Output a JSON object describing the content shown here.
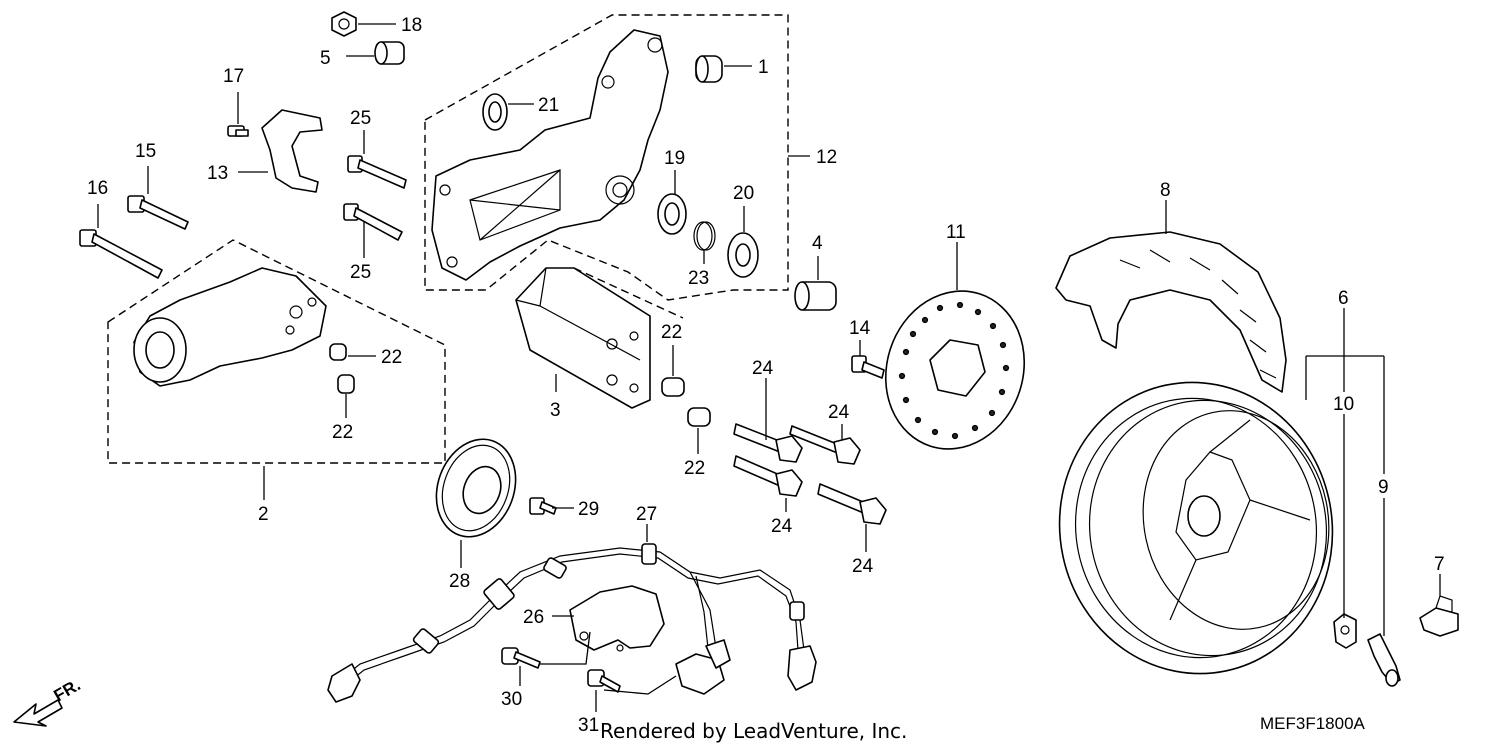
{
  "diagram": {
    "callouts": [
      "1",
      "2",
      "3",
      "4",
      "5",
      "6",
      "7",
      "8",
      "9",
      "10",
      "11",
      "12",
      "13",
      "14",
      "15",
      "16",
      "17",
      "18",
      "19",
      "20",
      "21",
      "22",
      "23",
      "24",
      "25",
      "26",
      "27",
      "28",
      "29",
      "30",
      "31"
    ],
    "labels": {
      "n1": "1",
      "n2": "2",
      "n3": "3",
      "n4": "4",
      "n5": "5",
      "n6": "6",
      "n7": "7",
      "n8": "8",
      "n9": "9",
      "n10": "10",
      "n11": "11",
      "n12": "12",
      "n13": "13",
      "n14": "14",
      "n15": "15",
      "n16": "16",
      "n17": "17",
      "n18": "18",
      "n19": "19",
      "n20": "20",
      "n21": "21",
      "n22": "22",
      "n23": "23",
      "n24": "24",
      "n25": "25",
      "n26": "26",
      "n27": "27",
      "n28": "28",
      "n29": "29",
      "n30": "30",
      "n31": "31"
    },
    "direction_label": "FR.",
    "figure_code": "MEF3F1800A",
    "watermark": "Rendered by LeadVenture, Inc."
  }
}
